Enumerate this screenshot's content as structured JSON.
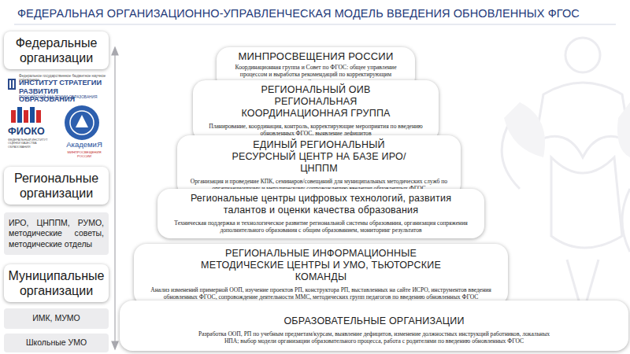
{
  "diagram": {
    "title": "ФЕДЕРАЛЬНАЯ ОРГАНИЗАЦИОННО-УПРАВЛЕНЧЕСКАЯ МОДЕЛЬ ВВЕДЕНИЯ ОБНОВЛЕННЫХ ФГОС",
    "nodes": [
      {
        "text": [
          "Федеральные организации"
        ]
      },
      {
        "text": [
          "Региональные организации"
        ]
      },
      {
        "text": [
          "ИРО, ЦНППМ, РУМО, методические советы, методические отделы"
        ]
      },
      {
        "text": [
          "Муниципальные организации"
        ]
      },
      {
        "text": [
          "ИМК, МУМО"
        ]
      },
      {
        "text": [
          "Школьные УМО"
        ]
      },
      {
        "text": [
          "МИНПРОСВЕЩЕНИЯ РОССИИ",
          "Координационная группа и Совет по ФГОС: общее управление процессом и выработка рекомендаций по корректирующим действиям"
        ]
      },
      {
        "text": [
          "РЕГИОНАЛЬНЫЙ ОИВ РЕГИОНАЛЬНАЯ КООРДИНАЦИОННАЯ ГРУППА",
          "Планирование, координация, контроль, корректирующие мероприятия по введению обновленных ФГОС, выявление дефицитов"
        ]
      },
      {
        "text": [
          "ЕДИНЫЙ РЕГИОНАЛЬНЫЙ РЕСУРСНЫЙ ЦЕНТР НА БАЗЕ ИРО/ЦНППМ",
          "Организация и проведение КПК, семинаров/совещаний для муниципальных методических служб по организационному и методическому сопровождению введения обновленных ФГОС"
        ]
      },
      {
        "text": [
          "Региональные центры цифровых технологий, развития талантов и оценки качества образования",
          "Техническая поддержка и технологическое развитие региональной системы образования, организация сопряжения дополнительного образования с общим образованием, мониторинг результатов"
        ]
      },
      {
        "text": [
          "РЕГИОНАЛЬНЫЕ ИНФОРМАЦИОННЫЕ МЕТОДИЧЕСКИЕ ЦЕНТРЫ И УМО, ТЬЮТОРСКИЕ КОМАНДЫ",
          "Анализ изменений примерной ООП, изучение проектов РП, конструктора РП, выставленных на сайте ИСРО, инструментов введения обновленных ФГОС, сопровождение деятельности ММС, методических групп педагогов по введению обновленных ФГОС"
        ]
      },
      {
        "text": [
          "ОБРАЗОВАТЕЛЬНЫЕ ОРГАНИЗАЦИИ",
          "Разработка ООП, РП по учебным предметам/курсам, выявление дефицитов, изменение должностных инструкций работников, локальных НПА; выбор модели организации образовательного процесса, работа с родителями по введению обновленных ФГОС"
        ]
      }
    ],
    "labels": [
      "Федеральное государственное бюджетное научное учреждение",
      "ИНСТИТУТ СТРАТЕГИИ РАЗВИТИЯ ОБРАЗОВАНИЯ",
      "РОССИЙСКОЙ АКАДЕМИИ ОБРАЗОВАНИЯ",
      "ФИОКО",
      "ФЕДЕРАЛЬНЫЙ ИНСТИТУТ ОЦЕНКИ КАЧЕСТВА ОБРАЗОВАНИЯ",
      "АкадемиЯ",
      "МИНПРОСВЕЩЕНИЯ РОССИИ"
    ]
  }
}
